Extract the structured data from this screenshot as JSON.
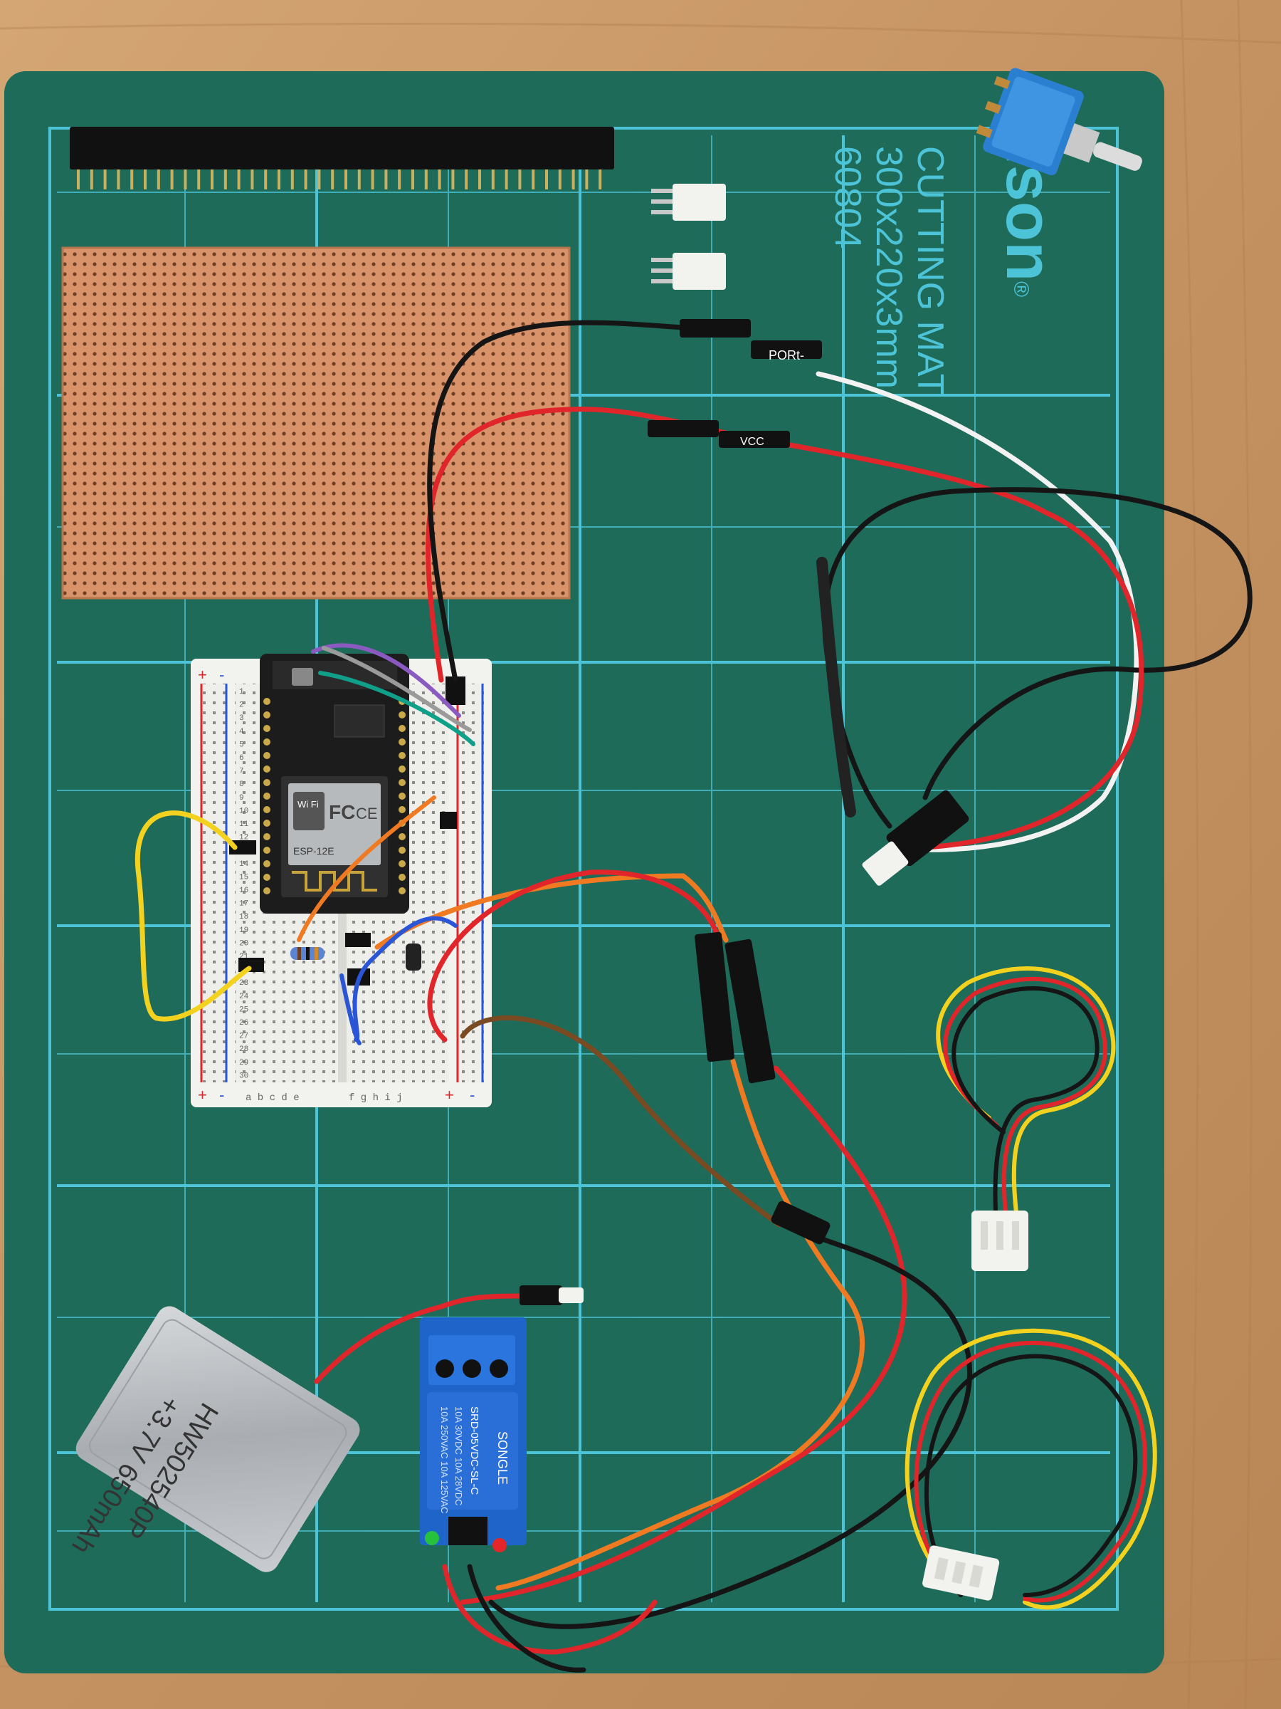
{
  "colors": {
    "wood": "#c99a68",
    "mat": "#1f6b5a",
    "grid": "#4cc3d6",
    "stripboard": "#d9936a",
    "breadboard": "#eeeeea",
    "nodemcu": "#1c1c1c",
    "relay": "#1f64c8",
    "battery": "#b8bcc0",
    "wire_red": "#e0262a",
    "wire_black": "#151515",
    "wire_white": "#f2f2f2",
    "wire_yellow": "#f2d21f",
    "wire_orange": "#f07a22",
    "wire_blue": "#2a55d6",
    "wire_brown": "#7a4a22",
    "wire_purple": "#8a5ac0",
    "wire_teal": "#10a08a",
    "led_green": "#27c23d",
    "led_red": "#e2262a"
  },
  "mat": {
    "brand": "olson",
    "brand_mark": "®",
    "title": "CUTTING MAT",
    "size": "300x220x3mm",
    "code": "60804"
  },
  "cable_labels": {
    "port": "PORt-",
    "vcc": "VCC"
  },
  "nodemcu": {
    "wifi_text": "Wi Fi",
    "fc_mark": "FC",
    "ce_mark": "CE",
    "module": "ESP-12E"
  },
  "breadboard": {
    "plus": "+",
    "minus": "-",
    "cols_left": "a b c d e",
    "cols_right": "f g h i j",
    "rows": [
      "1",
      "2",
      "3",
      "4",
      "5",
      "6",
      "7",
      "8",
      "9",
      "10",
      "11",
      "12",
      "13",
      "14",
      "15",
      "16",
      "17",
      "18",
      "19",
      "20",
      "21",
      "22",
      "23",
      "24",
      "25",
      "26",
      "27",
      "28",
      "29",
      "30"
    ]
  },
  "relay": {
    "brand": "SONGLE",
    "line1": "10A 250VAC 10A 125VAC",
    "line2": "10A 30VDC 10A 28VDC",
    "model": "SRD-05VDC-SL-C"
  },
  "battery": {
    "voltage": "+3.7V 650mAh",
    "model": "HW502540P"
  }
}
